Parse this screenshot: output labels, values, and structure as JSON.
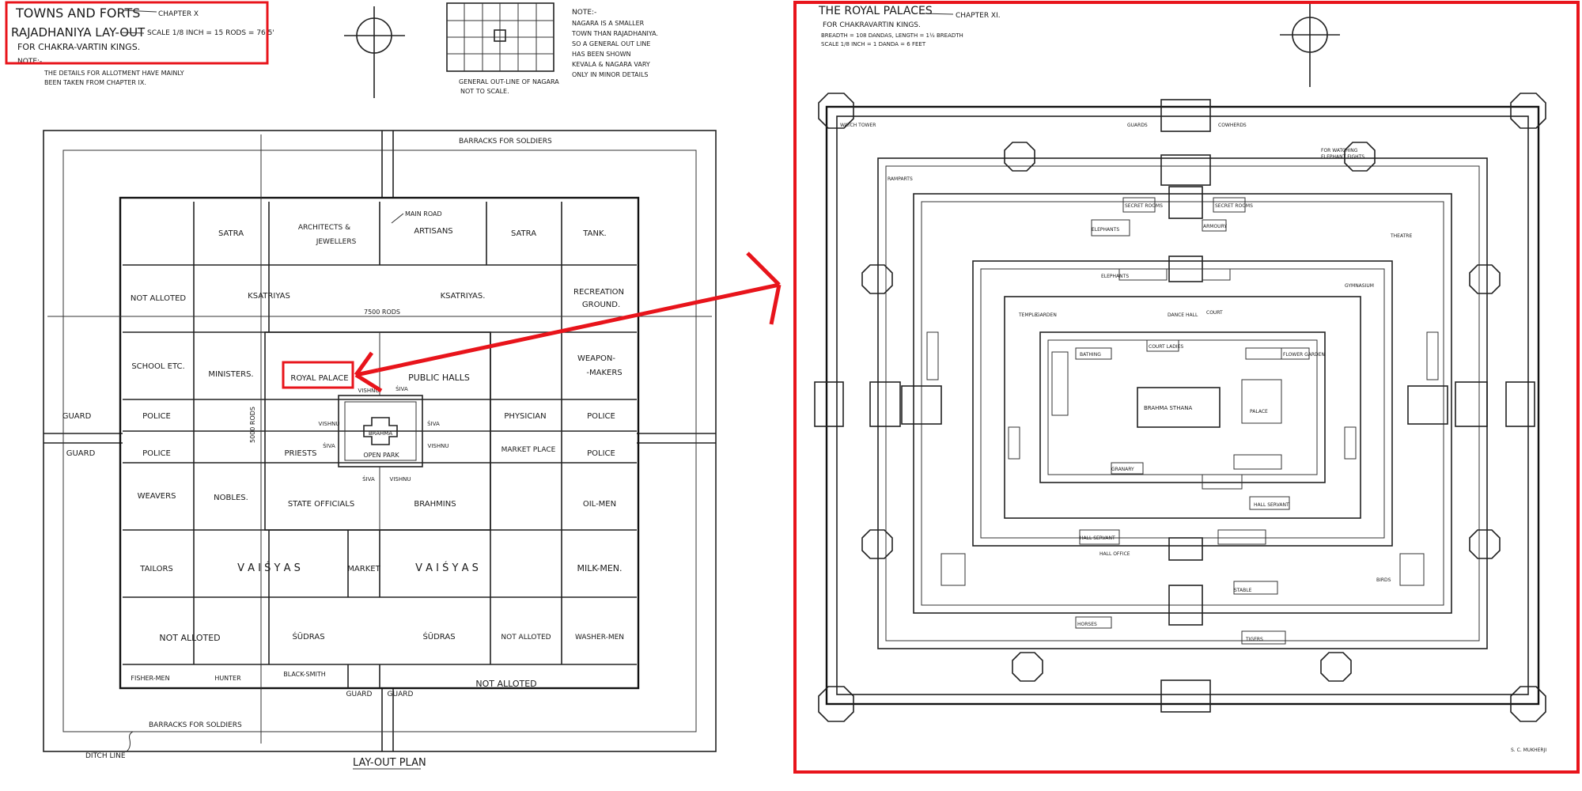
{
  "left_plan": {
    "title": {
      "line1": "TOWNS AND FORTS",
      "chapter": "CHAPTER X",
      "line2": "RAJADHANIYA LAY-OUT",
      "scale": "SCALE 1/8 INCH = 15 RODS = 76.5'",
      "line3": "FOR CHAKRA-VARTIN KINGS."
    },
    "note_label": "NOTE:-",
    "note_text": [
      "THE DETAILS FOR ALLOTMENT HAVE MAINLY",
      "BEEN TAKEN FROM CHAPTER IX."
    ],
    "inset_caption": [
      "GENERAL OUT-LINE OF NAGARA",
      "NOT TO SCALE."
    ],
    "right_note_label": "NOTE:-",
    "right_note_text": [
      "NAGARA IS A SMALLER",
      "TOWN THAN RAJADHANIYA.",
      "SO A GENERAL OUT LINE",
      "HAS BEEN SHOWN",
      "KEVALA & NAGARA VARY",
      "ONLY IN MINOR DETAILS"
    ],
    "barracks_top": "BARRACKS FOR SOLDIERS",
    "barracks_bottom": "BARRACKS FOR SOLDIERS",
    "main_road": "MAIN ROAD",
    "dim_horizontal": "7500 RODS",
    "dim_vertical": "5000 RODS",
    "ditch": "DITCH LINE",
    "plan_title": "LAY-OUT PLAN",
    "cells": {
      "satra_1": "SATRA",
      "architects": "ARCHITECTS &",
      "jewellers": "JEWELLERS",
      "artisans": "ARTISANS",
      "satra_2": "SATRA",
      "tank": "TANK.",
      "not_alloted_1": "NOT ALLOTED",
      "ksatriyas_1": "KSATRIYAS",
      "ksatriyas_2": "KSATRIYAS.",
      "recreation": "RECREATION",
      "ground": "GROUND.",
      "school": "SCHOOL ETC.",
      "ministers": "MINISTERS.",
      "royal_palace": "ROYAL PALACE",
      "public_halls": "PUBLIC HALLS",
      "weapon": "WEAPON-",
      "makers": "-MAKERS",
      "guard_1": "GUARD",
      "police_1": "POLICE",
      "physician": "PHYSICIAN",
      "police_2": "POLICE",
      "guard_2": "GUARD",
      "police_3": "POLICE",
      "priests": "PRIESTS",
      "market_place": "MARKET PLACE",
      "police_4": "POLICE",
      "vishnu_1": "VISHNU",
      "vishnu_2": "VISHNU",
      "vishnu_3": "VISHNU",
      "vishnu_4": "VISHNU",
      "siva_1": "ŚIVA",
      "siva_2": "ŚIVA",
      "siva_3": "ŚIVA",
      "siva_4": "ŚIVA",
      "brahma": "BRAHMA",
      "open_park": "OPEN PARK",
      "weavers": "WEAVERS",
      "nobles": "NOBLES.",
      "state_officials": "STATE OFFICIALS",
      "brahmins": "BRAHMINS",
      "oil_men": "OIL-MEN",
      "tailors": "TAILORS",
      "vaisyas_1": "V A I Ś Y A S",
      "market": "MARKET",
      "vaisyas_2": "V A I Ś Y A S",
      "milk_men": "MILK-MEN.",
      "not_alloted_2": "NOT  ALLOTED",
      "sudras_1": "ŚŪDRAS",
      "sudras_2": "ŚŪDRAS",
      "not_alloted_3": "NOT ALLOTED",
      "washer_men": "WASHER-MEN",
      "fisher_men": "FISHER-MEN",
      "hunter": "HUNTER",
      "black_smith": "BLACK-SMITH",
      "guard_3": "GUARD",
      "guard_4": "GUARD",
      "not_alloted_4": "NOT  ALLOTED"
    }
  },
  "right_plan": {
    "title": "THE ROYAL PALACES",
    "chapter": "CHAPTER XI.",
    "subtitle": "FOR CHAKRAVARTIN KINGS.",
    "dimension": "BREADTH = 108 DANDAS, LENGTH = 1½ BREADTH",
    "scale": "SCALE 1/8 INCH = 1 DANDA = 6 FEET",
    "labels": {
      "watch_tower": "WATCH TOWER",
      "guards": "GUARDS",
      "cowherds": "COWHERDS",
      "for_watching": "FOR WATCHING",
      "elephant_fights": "ELEPHANT FIGHTS",
      "elephants_1": "ELEPHANTS",
      "elephants_2": "ELEPHANTS",
      "secret_rooms_1": "SECRET ROOMS",
      "secret_rooms_2": "SECRET ROOMS",
      "armoury": "ARMOURY",
      "theatre": "THEATRE",
      "gym": "GYMNASIUM",
      "temple": "TEMPLE",
      "garden": "GARDEN",
      "dance_hall": "DANCE HALL",
      "court": "COURT",
      "bathing": "BATHING",
      "court_ladies": "COURT LADIES",
      "brahma_sthana": "BRAHMA STHANA",
      "palace": "PALACE",
      "flower_garden": "FLOWER GARDEN",
      "ramparts": "RAMPARTS",
      "granary": "GRANARY",
      "hall_servant_1": "HALL SERVANT",
      "hall_servant_2": "HALL SERVANT",
      "hall_office": "HALL OFFICE",
      "stable": "STABLE",
      "horses": "HORSES",
      "tigers": "TIGERS",
      "birds": "BIRDS",
      "the_author": "S. C. MUKHERJI"
    }
  },
  "annotation_color": "#e8141b"
}
